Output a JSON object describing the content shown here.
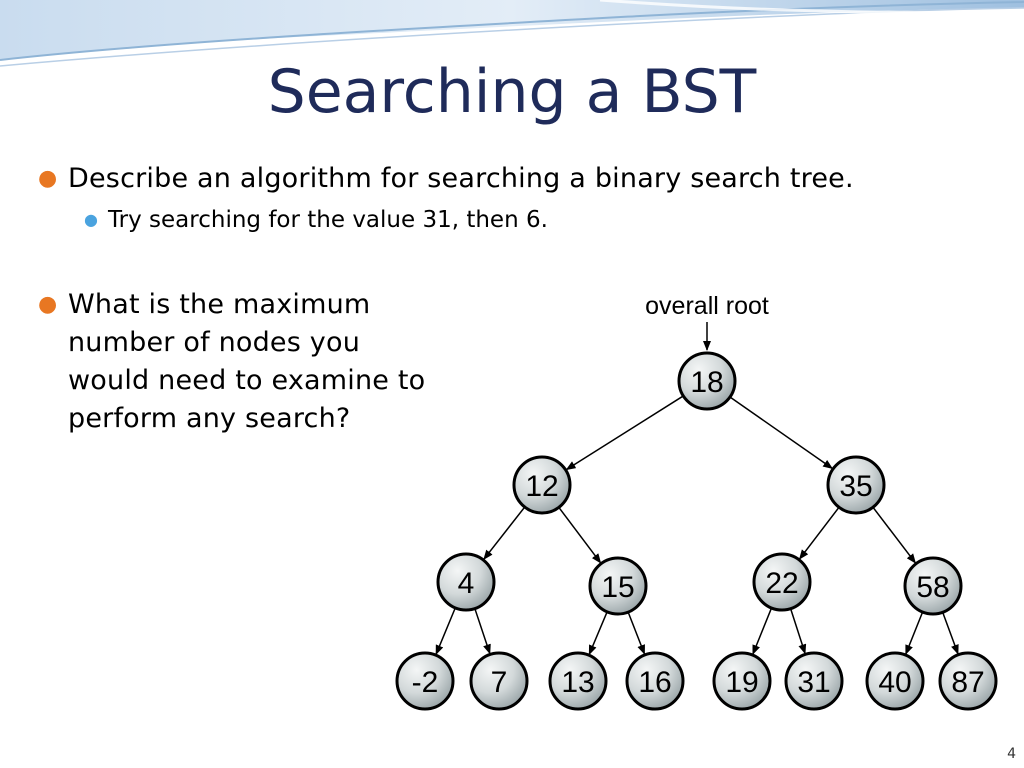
{
  "slide": {
    "title": "Searching a BST",
    "bullets": [
      "Describe an algorithm for searching a binary search tree.",
      "What is the maximum number of nodes you would need to examine to perform any search?"
    ],
    "sub_bullets": [
      "Try searching for the value 31, then 6."
    ],
    "page_number": "4"
  },
  "tree": {
    "root_label": "overall root",
    "nodes": [
      {
        "id": "n18",
        "value": "18",
        "parent": null
      },
      {
        "id": "n12",
        "value": "12",
        "parent": "n18"
      },
      {
        "id": "n35",
        "value": "35",
        "parent": "n18"
      },
      {
        "id": "n4",
        "value": "4",
        "parent": "n12"
      },
      {
        "id": "n15",
        "value": "15",
        "parent": "n12"
      },
      {
        "id": "n22",
        "value": "22",
        "parent": "n35"
      },
      {
        "id": "n58",
        "value": "58",
        "parent": "n35"
      },
      {
        "id": "nm2",
        "value": "-2",
        "parent": "n4"
      },
      {
        "id": "n7",
        "value": "7",
        "parent": "n4"
      },
      {
        "id": "n13",
        "value": "13",
        "parent": "n15"
      },
      {
        "id": "n16",
        "value": "16",
        "parent": "n15"
      },
      {
        "id": "n19",
        "value": "19",
        "parent": "n22"
      },
      {
        "id": "n31",
        "value": "31",
        "parent": "n22"
      },
      {
        "id": "n40",
        "value": "40",
        "parent": "n58"
      },
      {
        "id": "n87",
        "value": "87",
        "parent": "n58"
      }
    ]
  },
  "colors": {
    "title": "#1f2b5a",
    "bullet": "#e87722",
    "sub_bullet": "#4aa3df",
    "node_fill_light": "#eef1f1",
    "node_fill_dark": "#9aa5a8",
    "swoosh": "#8fb4d6"
  }
}
